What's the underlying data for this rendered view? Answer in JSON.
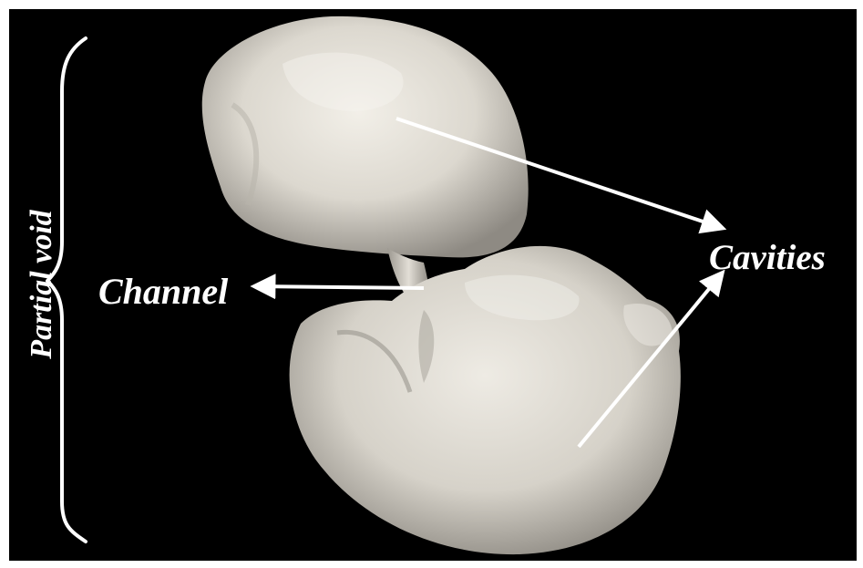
{
  "labels": {
    "partial_void": "Partial void",
    "channel": "Channel",
    "cavities": "Cavities"
  },
  "colors": {
    "background": "#000000",
    "border": "#ffffff",
    "surface": "#dedad2",
    "annotation": "#ffffff"
  }
}
